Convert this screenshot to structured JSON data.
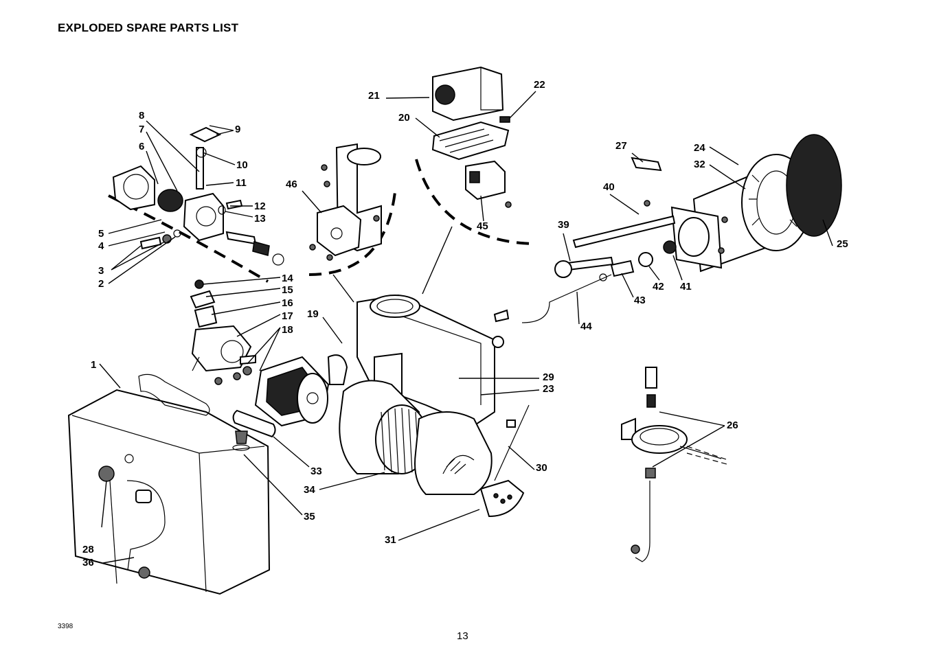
{
  "page": {
    "title": "EXPLODED SPARE PARTS LIST",
    "drawing_code": "3398",
    "page_number": "13"
  },
  "callouts": [
    "1",
    "2",
    "3",
    "4",
    "5",
    "6",
    "7",
    "8",
    "9",
    "10",
    "11",
    "12",
    "13",
    "14",
    "15",
    "16",
    "17",
    "18",
    "19",
    "20",
    "21",
    "22",
    "23",
    "24",
    "25",
    "26",
    "27",
    "28",
    "29",
    "30",
    "31",
    "32",
    "33",
    "34",
    "35",
    "36",
    "39",
    "40",
    "41",
    "42",
    "43",
    "44",
    "45",
    "46"
  ]
}
